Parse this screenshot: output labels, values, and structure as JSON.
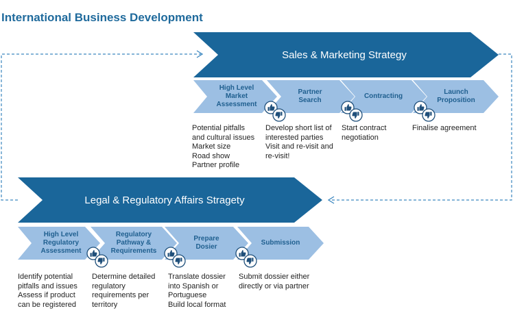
{
  "title": "International Business Development",
  "colors": {
    "title": "#1f6a9c",
    "big_arrow": "#1a669a",
    "chevron": "#9cbfe3",
    "chevron_text": "#1f5f8f",
    "dashed_line": "#3a86bf"
  },
  "sales": {
    "label": "Sales & Marketing Strategy",
    "steps": [
      {
        "label": "High Level\nMarket\nAssessment",
        "desc": "Potential pitfalls\nand cultural issues\nMarket size\nRoad show\nPartner profile"
      },
      {
        "label": "Partner\nSearch",
        "desc": "Develop  short list of\ninterested parties\nVisit and re-visit and\nre-visit!"
      },
      {
        "label": "Contracting",
        "desc": "Start contract\nnegotiation"
      },
      {
        "label": "Launch\nProposition",
        "desc": "Finalise agreement"
      }
    ]
  },
  "legal": {
    "label": "Legal & Regulatory Affairs Stragety",
    "steps": [
      {
        "label": "High Level\nRegulatory\nAssessment",
        "desc": "Identify potential\npitfalls and issues\nAssess if  product\ncan be registered"
      },
      {
        "label": "Regulatory\nPathway &\nRequirements",
        "desc": "Determine detailed\nregulatory\nrequirements per\nterritory"
      },
      {
        "label": "Prepare\nDosier",
        "desc": "Translate dossier\ninto Spanish or\nPortuguese\nBuild local format"
      },
      {
        "label": "Submission",
        "desc": "Submit dossier either\ndirectly or via partner"
      }
    ]
  },
  "icons": {
    "approve": "thumbs-up-icon",
    "reject": "thumbs-down-icon"
  }
}
